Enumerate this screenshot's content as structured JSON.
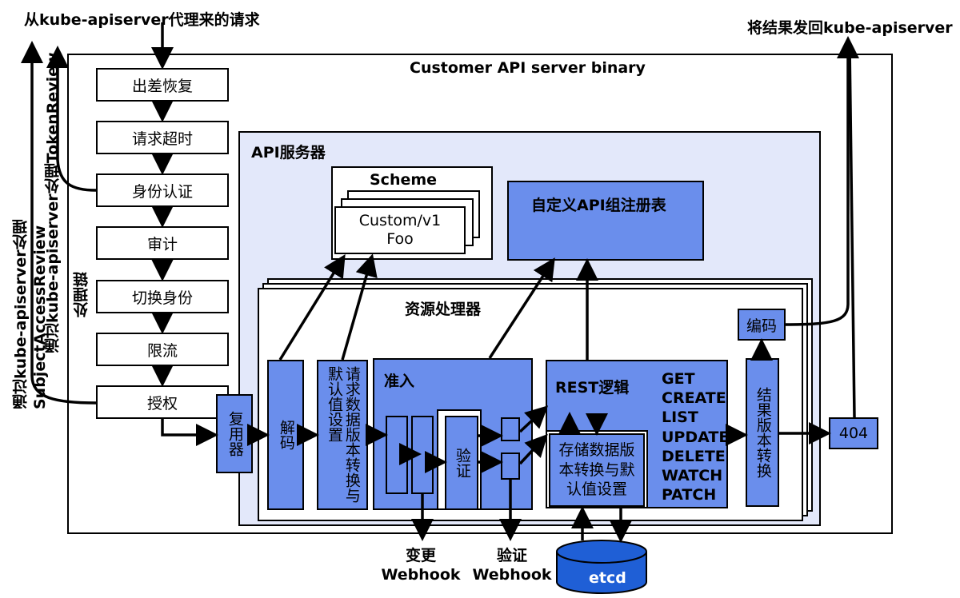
{
  "top_left_label": "从kube-apiserver代理来的请求",
  "top_right_label": "将结果发回kube-apiserver",
  "left_vertical_1": "通过kube-apiserver处理SubjectAccessReview",
  "left_vertical_2": "通过kube-apiserver处理TokenReview",
  "chain_label": "处理链",
  "outer_title": "Customer API server binary",
  "chain_steps": [
    "出差恢复",
    "请求超时",
    "身份认证",
    "审计",
    "切换身份",
    "限流",
    "授权"
  ],
  "mux": "复用器",
  "api_server_title": "API服务器",
  "scheme": {
    "title": "Scheme",
    "line1": "Custom/v1",
    "line2": "Foo"
  },
  "registry": "自定义API组注册表",
  "resource_handler": "资源处理器",
  "decode": "解码",
  "convert_default": "请求数据版本转换与默认值设置",
  "admission": "准入",
  "validate": "验证",
  "rest_logic": "REST逻辑",
  "verbs": [
    "GET",
    "CREATE",
    "LIST",
    "UPDATE",
    "DELETE",
    "WATCH",
    "PATCH"
  ],
  "storage_convert": "存储数据版本转换与默认值设置",
  "result_convert": "结果版本转换",
  "encode": "编码",
  "not_found": "404",
  "mutating_webhook": {
    "line1": "变更",
    "line2": "Webhook"
  },
  "validating_webhook": {
    "line1": "验证",
    "line2": "Webhook"
  },
  "etcd": "etcd",
  "colors": {
    "block_blue": "#6a8eec",
    "panel_blue": "#e3e8fa",
    "etcd_blue": "#1f5fd6"
  }
}
